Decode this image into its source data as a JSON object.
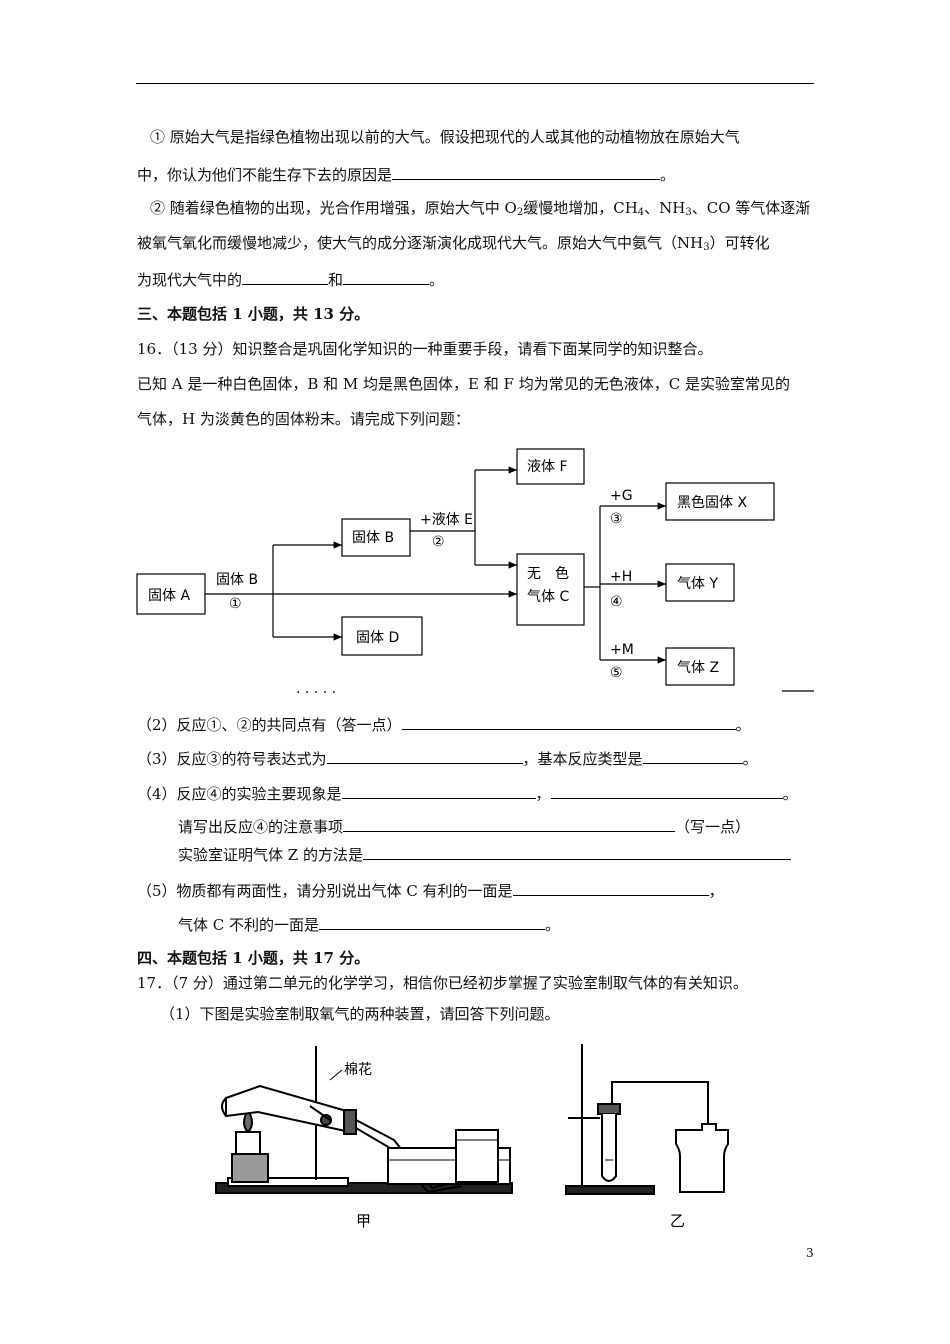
{
  "q15": {
    "p1_a": "① 原始大气是指绿色植物出现以前的大气。假设把现代的人或其他的动植物放在原始大气",
    "p1_b": "中，你认为他们不能生存下去的原因是",
    "p2_a1": "② 随着绿色植物的出现，光合作用增强，原始大气中 O",
    "p2_a_sub": "2",
    "p2_a2": "缓慢地增加，CH",
    "p2_a_sub2": "4",
    "p2_a3": "、NH",
    "p2_a_sub3": "3",
    "p2_a4": "、CO 等气体逐渐",
    "p2_b": "被氧气氧化而缓慢地减少，使大气的成分逐渐演化成现代大气。原始大气中氨气（NH",
    "p2_b_sub": "3",
    "p2_b2": "）可转化",
    "p2_c1": "为现代大气中的",
    "p2_c2": "和",
    "p2_c3": "。",
    "end_period": "。"
  },
  "sec3": {
    "heading": "三、本题包括 1 小题，共 13 分。",
    "q16_intro": "16．（13 分）知识整合是巩固化学知识的一种重要手段，请看下面某同学的知识整合。",
    "q16_known_a": "已知 A 是一种白色固体，B 和 M 均是黑色固体，E 和 F 均为常见的无色液体，C 是实验室常见的",
    "q16_known_b": "气体，H 为淡黄色的固体粉末。请完成下列问题："
  },
  "diagram": {
    "solid_a": "固体 A",
    "solid_b": "固体 B",
    "solid_d": "固体 D",
    "liquid_f": "液体 F",
    "gas_c_1": "无　色",
    "gas_c_2": "气体 C",
    "black_x": "黑色固体 X",
    "gas_y": "气体 Y",
    "gas_z": "气体 Z",
    "arrow1_label": "固体 B",
    "arrow1_num": "①",
    "arrow2_label": "+液体 E",
    "arrow2_num": "②",
    "arrow3_label": "+G",
    "arrow3_num": "③",
    "arrow4_label": "+H",
    "arrow4_num": "④",
    "arrow5_label": "+M",
    "arrow5_num": "⑤",
    "dots": ". . . . ."
  },
  "questions": {
    "q2_a": "（2）反应①、②的共同点有（答一点）",
    "q2_end": "。",
    "q3_a": "（3）反应③的符号表达式为",
    "q3_b": "，基本反应类型是",
    "q3_end": "。",
    "q4_a": "（4）反应④的实验主要现象是",
    "q4_b": "，",
    "q4_end": "。",
    "q4_note_a": "请写出反应④的注意事项",
    "q4_note_b": "（写一点）",
    "q4_proof": "实验室证明气体 Z 的方法是",
    "q5_a": "（5）物质都有两面性，请分别说出气体 C 有利的一面是",
    "q5_b": "，",
    "q5_c": "气体 C 不利的一面是",
    "q5_end": "。"
  },
  "sec4": {
    "heading": "四、本题包括 1 小题，共 17 分。",
    "q17_intro": "17．（7 分）通过第二单元的化学学习，相信你已经初步掌握了实验室制取气体的有关知识。",
    "q17_1": "（1）下图是实验室制取氧气的两种装置，请回答下列问题。"
  },
  "figure": {
    "cotton_label": "棉花",
    "label_jia": "甲",
    "label_yi": "乙"
  },
  "page_number": "3"
}
